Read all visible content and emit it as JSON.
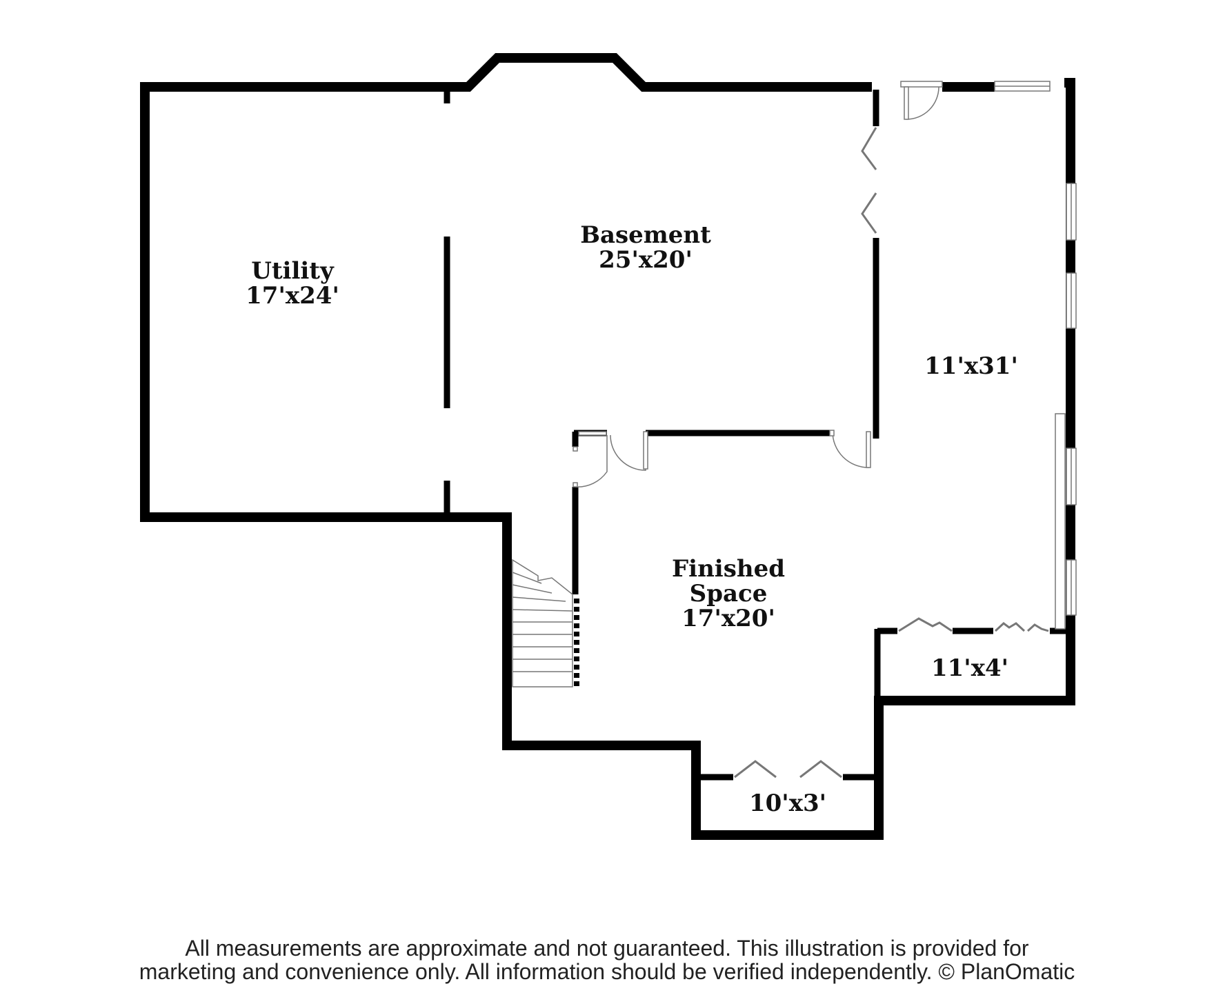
{
  "rooms": {
    "utility": {
      "name": "Utility",
      "size": "17'x24'"
    },
    "basement": {
      "name": "Basement",
      "size": "25'x20'"
    },
    "side_room": {
      "size": "11'x31'"
    },
    "finished_space": {
      "name_line1": "Finished",
      "name_line2": "Space",
      "size": "17'x20'"
    },
    "closet_right": {
      "size": "11'x4'"
    },
    "closet_bottom": {
      "size": "10'x3'"
    }
  },
  "disclaimer": {
    "line1": "All measurements are approximate and not guaranteed. This illustration is provided for",
    "line2": "marketing and convenience only. All information should be verified independently. © PlanOmatic"
  },
  "colors": {
    "wall": "#000000",
    "background": "#ffffff",
    "fixture_stroke": "#777777",
    "label": "#111111"
  }
}
